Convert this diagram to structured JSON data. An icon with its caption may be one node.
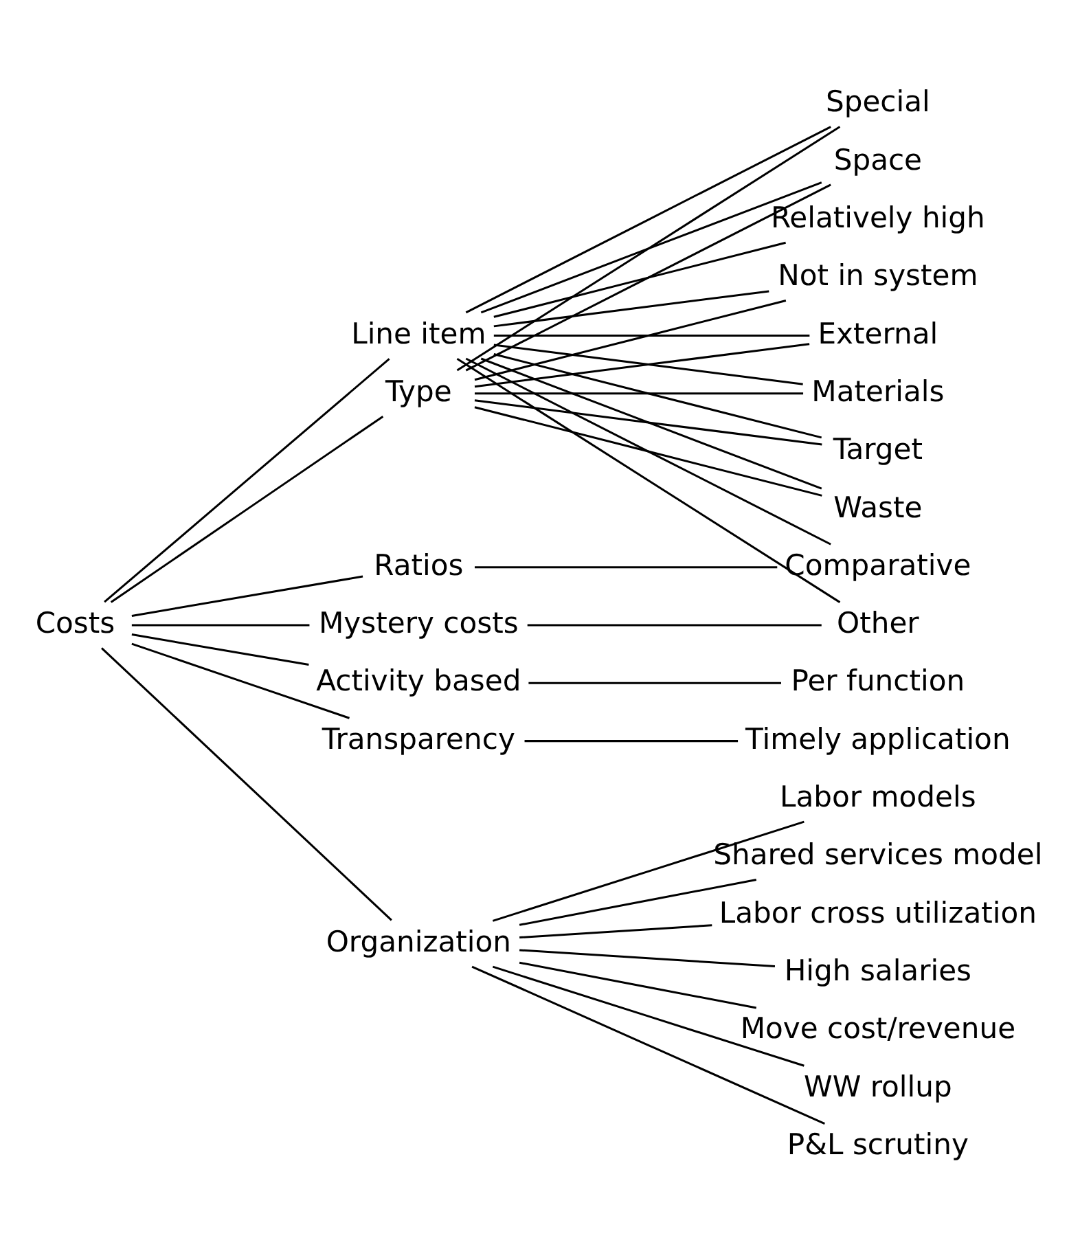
{
  "diagram": {
    "nodes": [
      {
        "text": [
          "Costs"
        ]
      },
      {
        "text": [
          "Line item"
        ]
      },
      {
        "text": [
          "Type"
        ]
      },
      {
        "text": [
          "Ratios"
        ]
      },
      {
        "text": [
          "Mystery costs"
        ]
      },
      {
        "text": [
          "Activity based"
        ]
      },
      {
        "text": [
          "Transparency"
        ]
      },
      {
        "text": [
          "Organization"
        ]
      },
      {
        "text": [
          "Special"
        ]
      },
      {
        "text": [
          "Space"
        ]
      },
      {
        "text": [
          "Relatively high"
        ]
      },
      {
        "text": [
          "Not in system"
        ]
      },
      {
        "text": [
          "External"
        ]
      },
      {
        "text": [
          "Materials"
        ]
      },
      {
        "text": [
          "Target"
        ]
      },
      {
        "text": [
          "Waste"
        ]
      },
      {
        "text": [
          "Comparative"
        ]
      },
      {
        "text": [
          "Other"
        ]
      },
      {
        "text": [
          "Per function"
        ]
      },
      {
        "text": [
          "Timely application"
        ]
      },
      {
        "text": [
          "Labor models"
        ]
      },
      {
        "text": [
          "Shared services model"
        ]
      },
      {
        "text": [
          "Labor cross utilization"
        ]
      },
      {
        "text": [
          "High salaries"
        ]
      },
      {
        "text": [
          "Move cost/revenue"
        ]
      },
      {
        "text": [
          "WW rollup"
        ]
      },
      {
        "text": [
          "P&L scrutiny"
        ]
      }
    ],
    "edges": [
      {
        "from": 0,
        "to": 1,
        "arrow": "none"
      },
      {
        "from": 0,
        "to": 2,
        "arrow": "none"
      },
      {
        "from": 0,
        "to": 3,
        "arrow": "none"
      },
      {
        "from": 0,
        "to": 4,
        "arrow": "none"
      },
      {
        "from": 0,
        "to": 5,
        "arrow": "none"
      },
      {
        "from": 0,
        "to": 6,
        "arrow": "none"
      },
      {
        "from": 0,
        "to": 7,
        "arrow": "none"
      },
      {
        "from": 1,
        "to": 8,
        "arrow": "none"
      },
      {
        "from": 1,
        "to": 9,
        "arrow": "none"
      },
      {
        "from": 1,
        "to": 10,
        "arrow": "none"
      },
      {
        "from": 1,
        "to": 11,
        "arrow": "none"
      },
      {
        "from": 1,
        "to": 12,
        "arrow": "none"
      },
      {
        "from": 1,
        "to": 13,
        "arrow": "none"
      },
      {
        "from": 1,
        "to": 14,
        "arrow": "none"
      },
      {
        "from": 1,
        "to": 15,
        "arrow": "none"
      },
      {
        "from": 1,
        "to": 16,
        "arrow": "none"
      },
      {
        "from": 1,
        "to": 17,
        "arrow": "none"
      },
      {
        "from": 2,
        "to": 8,
        "arrow": "none"
      },
      {
        "from": 2,
        "to": 9,
        "arrow": "none"
      },
      {
        "from": 2,
        "to": 11,
        "arrow": "none"
      },
      {
        "from": 2,
        "to": 12,
        "arrow": "none"
      },
      {
        "from": 2,
        "to": 13,
        "arrow": "none"
      },
      {
        "from": 2,
        "to": 14,
        "arrow": "none"
      },
      {
        "from": 2,
        "to": 15,
        "arrow": "none"
      },
      {
        "from": 3,
        "to": 16,
        "arrow": "none"
      },
      {
        "from": 4,
        "to": 17,
        "arrow": "none"
      },
      {
        "from": 5,
        "to": 18,
        "arrow": "none"
      },
      {
        "from": 6,
        "to": 19,
        "arrow": "none"
      },
      {
        "from": 7,
        "to": 20,
        "arrow": "none"
      },
      {
        "from": 7,
        "to": 21,
        "arrow": "none"
      },
      {
        "from": 7,
        "to": 22,
        "arrow": "none"
      },
      {
        "from": 7,
        "to": 23,
        "arrow": "none"
      },
      {
        "from": 7,
        "to": 24,
        "arrow": "none"
      },
      {
        "from": 7,
        "to": 25,
        "arrow": "none"
      },
      {
        "from": 7,
        "to": 26,
        "arrow": "none"
      }
    ]
  }
}
